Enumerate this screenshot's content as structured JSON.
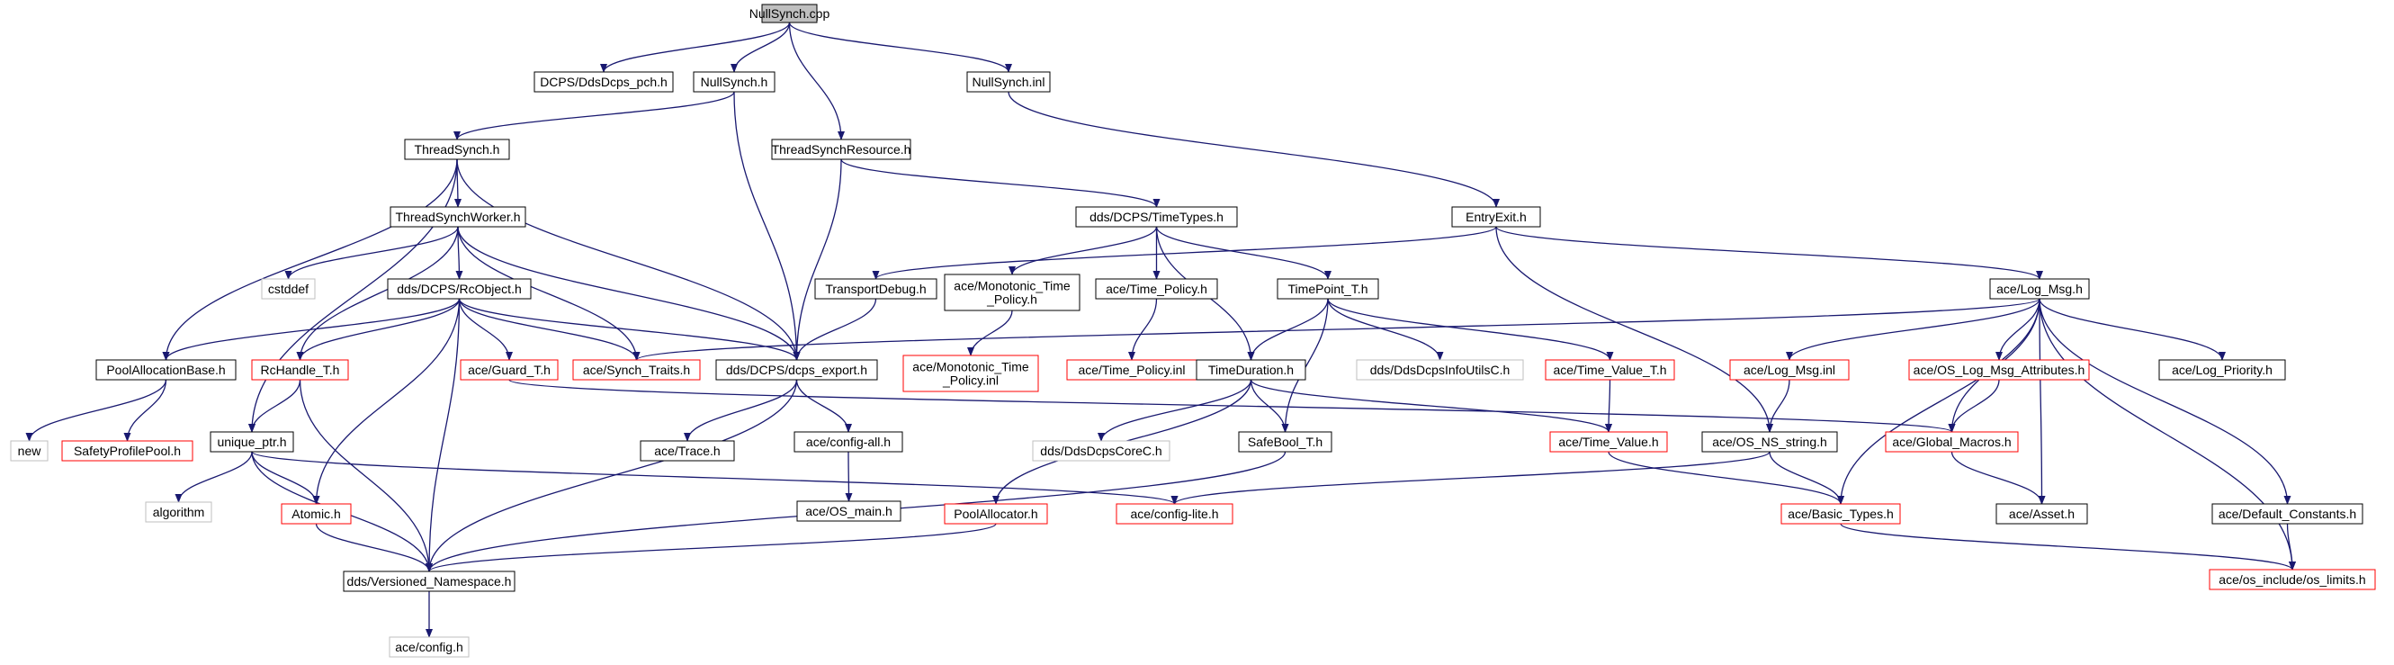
{
  "colors": {
    "edge": "#191970",
    "border_black": "#000000",
    "border_red": "#ff0000",
    "border_gray": "#bfbfbf",
    "root_fill": "#bfbfbf",
    "text": "#000000"
  },
  "nodes": [
    {
      "id": "n01",
      "label": "NullSynch.cpp",
      "style": "root"
    },
    {
      "id": "n02",
      "label": "DCPS/DdsDcps_pch.h",
      "style": "black"
    },
    {
      "id": "n03",
      "label": "NullSynch.h",
      "style": "black"
    },
    {
      "id": "n04",
      "label": "ThreadSynchResource.h",
      "style": "black"
    },
    {
      "id": "n05",
      "label": "NullSynch.inl",
      "style": "black"
    },
    {
      "id": "n06",
      "label": "ThreadSynch.h",
      "style": "black"
    },
    {
      "id": "n07",
      "label": "dds/DCPS/TimeTypes.h",
      "style": "black"
    },
    {
      "id": "n08",
      "label": "EntryExit.h",
      "style": "black"
    },
    {
      "id": "n09",
      "label": "ThreadSynchWorker.h",
      "style": "black"
    },
    {
      "id": "n10",
      "label": "cstddef",
      "style": "gray"
    },
    {
      "id": "n11",
      "label": "dds/DCPS/RcObject.h",
      "style": "black"
    },
    {
      "id": "n12",
      "label": "TransportDebug.h",
      "style": "black"
    },
    {
      "id": "n13",
      "label": "ace/Monotonic_Time\n_Policy.h",
      "style": "black"
    },
    {
      "id": "n14",
      "label": "ace/Time_Policy.h",
      "style": "black"
    },
    {
      "id": "n15",
      "label": "TimePoint_T.h",
      "style": "black"
    },
    {
      "id": "n16",
      "label": "ace/Log_Msg.h",
      "style": "black"
    },
    {
      "id": "n17",
      "label": "PoolAllocationBase.h",
      "style": "black"
    },
    {
      "id": "n18",
      "label": "RcHandle_T.h",
      "style": "red"
    },
    {
      "id": "n19",
      "label": "ace/Guard_T.h",
      "style": "red"
    },
    {
      "id": "n20",
      "label": "ace/Synch_Traits.h",
      "style": "red"
    },
    {
      "id": "n21",
      "label": "dds/DCPS/dcps_export.h",
      "style": "black"
    },
    {
      "id": "n22",
      "label": "ace/Monotonic_Time\n_Policy.inl",
      "style": "red"
    },
    {
      "id": "n23",
      "label": "ace/Time_Policy.inl",
      "style": "red"
    },
    {
      "id": "n24",
      "label": "TimeDuration.h",
      "style": "black"
    },
    {
      "id": "n25",
      "label": "dds/DdsDcpsInfoUtilsC.h",
      "style": "gray"
    },
    {
      "id": "n26",
      "label": "ace/Time_Value_T.h",
      "style": "red"
    },
    {
      "id": "n27",
      "label": "ace/Log_Msg.inl",
      "style": "red"
    },
    {
      "id": "n28",
      "label": "ace/OS_Log_Msg_Attributes.h",
      "style": "red"
    },
    {
      "id": "n29",
      "label": "ace/Log_Priority.h",
      "style": "black"
    },
    {
      "id": "n30",
      "label": "new",
      "style": "gray"
    },
    {
      "id": "n31",
      "label": "SafetyProfilePool.h",
      "style": "red"
    },
    {
      "id": "n32",
      "label": "unique_ptr.h",
      "style": "black"
    },
    {
      "id": "n33",
      "label": "ace/Trace.h",
      "style": "black"
    },
    {
      "id": "n34",
      "label": "ace/config-all.h",
      "style": "black"
    },
    {
      "id": "n35",
      "label": "dds/DdsDcpsCoreC.h",
      "style": "gray"
    },
    {
      "id": "n36",
      "label": "SafeBool_T.h",
      "style": "black"
    },
    {
      "id": "n37",
      "label": "ace/Time_Value.h",
      "style": "red"
    },
    {
      "id": "n38",
      "label": "ace/OS_NS_string.h",
      "style": "black"
    },
    {
      "id": "n39",
      "label": "ace/Global_Macros.h",
      "style": "red"
    },
    {
      "id": "n40",
      "label": "algorithm",
      "style": "gray"
    },
    {
      "id": "n41",
      "label": "Atomic.h",
      "style": "red"
    },
    {
      "id": "n42",
      "label": "ace/OS_main.h",
      "style": "black"
    },
    {
      "id": "n43",
      "label": "PoolAllocator.h",
      "style": "red"
    },
    {
      "id": "n44",
      "label": "ace/config-lite.h",
      "style": "red"
    },
    {
      "id": "n45",
      "label": "ace/Basic_Types.h",
      "style": "red"
    },
    {
      "id": "n46",
      "label": "ace/Asset.h",
      "style": "black"
    },
    {
      "id": "n47",
      "label": "ace/Default_Constants.h",
      "style": "black"
    },
    {
      "id": "n48",
      "label": "dds/Versioned_Namespace.h",
      "style": "black"
    },
    {
      "id": "n49",
      "label": "ace/os_include/os_limits.h",
      "style": "red"
    },
    {
      "id": "n50",
      "label": "ace/config.h",
      "style": "gray"
    }
  ],
  "edges": [
    [
      "n01",
      "n02"
    ],
    [
      "n01",
      "n03"
    ],
    [
      "n01",
      "n04"
    ],
    [
      "n01",
      "n05"
    ],
    [
      "n03",
      "n06"
    ],
    [
      "n03",
      "n21"
    ],
    [
      "n04",
      "n07"
    ],
    [
      "n04",
      "n21"
    ],
    [
      "n05",
      "n08"
    ],
    [
      "n06",
      "n09"
    ],
    [
      "n06",
      "n17"
    ],
    [
      "n06",
      "n21"
    ],
    [
      "n06",
      "n32"
    ],
    [
      "n09",
      "n10"
    ],
    [
      "n09",
      "n11"
    ],
    [
      "n09",
      "n18"
    ],
    [
      "n09",
      "n20"
    ],
    [
      "n09",
      "n21"
    ],
    [
      "n11",
      "n17"
    ],
    [
      "n11",
      "n18"
    ],
    [
      "n11",
      "n19"
    ],
    [
      "n11",
      "n20"
    ],
    [
      "n11",
      "n21"
    ],
    [
      "n11",
      "n41"
    ],
    [
      "n11",
      "n48"
    ],
    [
      "n07",
      "n13"
    ],
    [
      "n07",
      "n14"
    ],
    [
      "n07",
      "n15"
    ],
    [
      "n07",
      "n24"
    ],
    [
      "n08",
      "n12"
    ],
    [
      "n08",
      "n16"
    ],
    [
      "n08",
      "n38"
    ],
    [
      "n12",
      "n21"
    ],
    [
      "n13",
      "n22"
    ],
    [
      "n14",
      "n23"
    ],
    [
      "n15",
      "n24"
    ],
    [
      "n15",
      "n25"
    ],
    [
      "n15",
      "n26"
    ],
    [
      "n15",
      "n36"
    ],
    [
      "n16",
      "n20"
    ],
    [
      "n16",
      "n27"
    ],
    [
      "n16",
      "n28"
    ],
    [
      "n16",
      "n29"
    ],
    [
      "n16",
      "n39"
    ],
    [
      "n16",
      "n45"
    ],
    [
      "n16",
      "n46"
    ],
    [
      "n16",
      "n47"
    ],
    [
      "n16",
      "n49"
    ],
    [
      "n17",
      "n30"
    ],
    [
      "n17",
      "n31"
    ],
    [
      "n18",
      "n32"
    ],
    [
      "n18",
      "n48"
    ],
    [
      "n19",
      "n39"
    ],
    [
      "n21",
      "n33"
    ],
    [
      "n21",
      "n34"
    ],
    [
      "n21",
      "n48"
    ],
    [
      "n24",
      "n35"
    ],
    [
      "n24",
      "n36"
    ],
    [
      "n24",
      "n37"
    ],
    [
      "n24",
      "n43"
    ],
    [
      "n26",
      "n37"
    ],
    [
      "n27",
      "n38"
    ],
    [
      "n28",
      "n39"
    ],
    [
      "n32",
      "n40"
    ],
    [
      "n32",
      "n41"
    ],
    [
      "n32",
      "n44"
    ],
    [
      "n32",
      "n48"
    ],
    [
      "n34",
      "n42"
    ],
    [
      "n36",
      "n48"
    ],
    [
      "n37",
      "n45"
    ],
    [
      "n38",
      "n44"
    ],
    [
      "n38",
      "n45"
    ],
    [
      "n39",
      "n46"
    ],
    [
      "n41",
      "n48"
    ],
    [
      "n43",
      "n48"
    ],
    [
      "n45",
      "n49"
    ],
    [
      "n47",
      "n49"
    ],
    [
      "n48",
      "n50"
    ]
  ]
}
